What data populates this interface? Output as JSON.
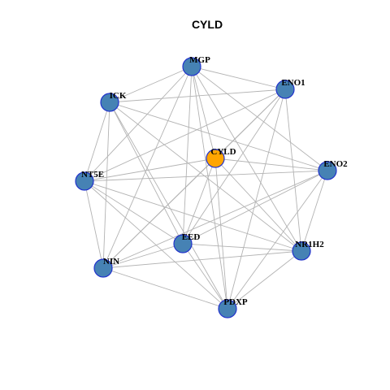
{
  "title": "CYLD",
  "colors": {
    "default_node": "#4682B4",
    "center_node": "#FFA500",
    "node_border": "#2233CC",
    "edge": "#B3B3B3"
  },
  "nodes": [
    {
      "id": "MGP",
      "label": "MGP",
      "color": "#4682B4"
    },
    {
      "id": "ENO1",
      "label": "ENO1",
      "color": "#4682B4"
    },
    {
      "id": "ICK",
      "label": "ICK",
      "color": "#4682B4"
    },
    {
      "id": "CYLD",
      "label": "CYLD",
      "color": "#FFA500"
    },
    {
      "id": "ENO2",
      "label": "ENO2",
      "color": "#4682B4"
    },
    {
      "id": "NT5E",
      "label": "NT5E",
      "color": "#4682B4"
    },
    {
      "id": "EED",
      "label": "EED",
      "color": "#4682B4"
    },
    {
      "id": "NR1H2",
      "label": "NR1H2",
      "color": "#4682B4"
    },
    {
      "id": "NIN",
      "label": "NIN",
      "color": "#4682B4"
    },
    {
      "id": "PDXP",
      "label": "PDXP",
      "color": "#4682B4"
    }
  ],
  "edges": [
    [
      "MGP",
      "ICK"
    ],
    [
      "MGP",
      "ENO1"
    ],
    [
      "MGP",
      "CYLD"
    ],
    [
      "MGP",
      "ENO2"
    ],
    [
      "MGP",
      "NT5E"
    ],
    [
      "MGP",
      "EED"
    ],
    [
      "MGP",
      "NR1H2"
    ],
    [
      "MGP",
      "NIN"
    ],
    [
      "MGP",
      "PDXP"
    ],
    [
      "ENO1",
      "ICK"
    ],
    [
      "ENO1",
      "CYLD"
    ],
    [
      "ENO1",
      "NT5E"
    ],
    [
      "ENO1",
      "EED"
    ],
    [
      "ENO1",
      "NR1H2"
    ],
    [
      "ENO1",
      "NIN"
    ],
    [
      "ENO1",
      "PDXP"
    ],
    [
      "ICK",
      "NT5E"
    ],
    [
      "ICK",
      "NIN"
    ],
    [
      "ICK",
      "EED"
    ],
    [
      "ICK",
      "PDXP"
    ],
    [
      "ICK",
      "NR1H2"
    ],
    [
      "ICK",
      "ENO2"
    ],
    [
      "CYLD",
      "ENO2"
    ],
    [
      "CYLD",
      "NT5E"
    ],
    [
      "CYLD",
      "EED"
    ],
    [
      "CYLD",
      "NR1H2"
    ],
    [
      "CYLD",
      "NIN"
    ],
    [
      "CYLD",
      "PDXP"
    ],
    [
      "ENO2",
      "NT5E"
    ],
    [
      "ENO2",
      "EED"
    ],
    [
      "ENO2",
      "NR1H2"
    ],
    [
      "ENO2",
      "NIN"
    ],
    [
      "ENO2",
      "PDXP"
    ],
    [
      "NT5E",
      "NIN"
    ],
    [
      "NT5E",
      "EED"
    ],
    [
      "NT5E",
      "NR1H2"
    ],
    [
      "NT5E",
      "PDXP"
    ],
    [
      "EED",
      "NR1H2"
    ],
    [
      "EED",
      "NIN"
    ],
    [
      "EED",
      "PDXP"
    ],
    [
      "NR1H2",
      "NIN"
    ],
    [
      "NR1H2",
      "PDXP"
    ],
    [
      "NIN",
      "PDXP"
    ]
  ]
}
